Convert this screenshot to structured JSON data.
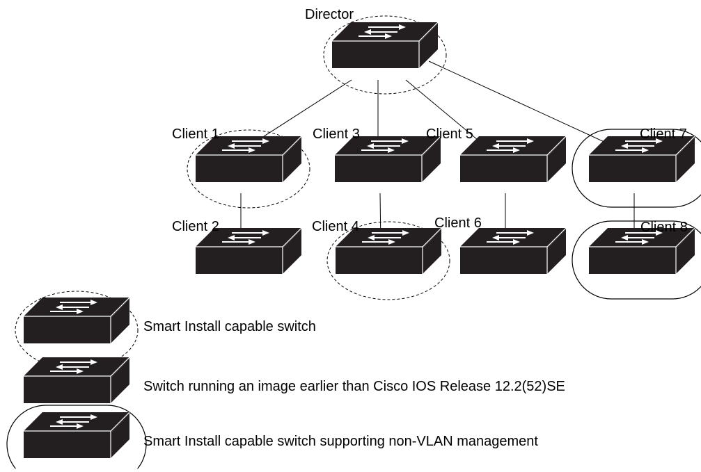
{
  "diagram": {
    "nodes": [
      {
        "id": "director",
        "label": "Director",
        "style": "capable"
      },
      {
        "id": "client1",
        "label": "Client 1",
        "style": "capable"
      },
      {
        "id": "client2",
        "label": "Client 2",
        "style": "plain"
      },
      {
        "id": "client3",
        "label": "Client 3",
        "style": "plain"
      },
      {
        "id": "client4",
        "label": "Client 4",
        "style": "capable"
      },
      {
        "id": "client5",
        "label": "Client 5",
        "style": "plain"
      },
      {
        "id": "client6",
        "label": "Client 6",
        "style": "plain"
      },
      {
        "id": "client7",
        "label": "Client 7",
        "style": "non-vlan"
      },
      {
        "id": "client8",
        "label": "Client 8",
        "style": "non-vlan"
      }
    ],
    "edges": [
      {
        "from": "director",
        "to": "client1"
      },
      {
        "from": "director",
        "to": "client3"
      },
      {
        "from": "director",
        "to": "client5"
      },
      {
        "from": "director",
        "to": "client7"
      },
      {
        "from": "client1",
        "to": "client2"
      },
      {
        "from": "client3",
        "to": "client4"
      },
      {
        "from": "client5",
        "to": "client6"
      },
      {
        "from": "client7",
        "to": "client8"
      }
    ]
  },
  "legend": [
    {
      "style": "capable",
      "text": "Smart Install capable switch"
    },
    {
      "style": "plain",
      "text": "Switch running an image earlier than Cisco IOS Release 12.2(52)SE"
    },
    {
      "style": "non-vlan",
      "text": "Smart Install capable switch supporting non-VLAN management"
    }
  ],
  "icon": {
    "name": "network-switch-icon"
  },
  "colors": {
    "switch_fill": "#231f20",
    "arrow": "#ffffff",
    "line": "#000000"
  }
}
